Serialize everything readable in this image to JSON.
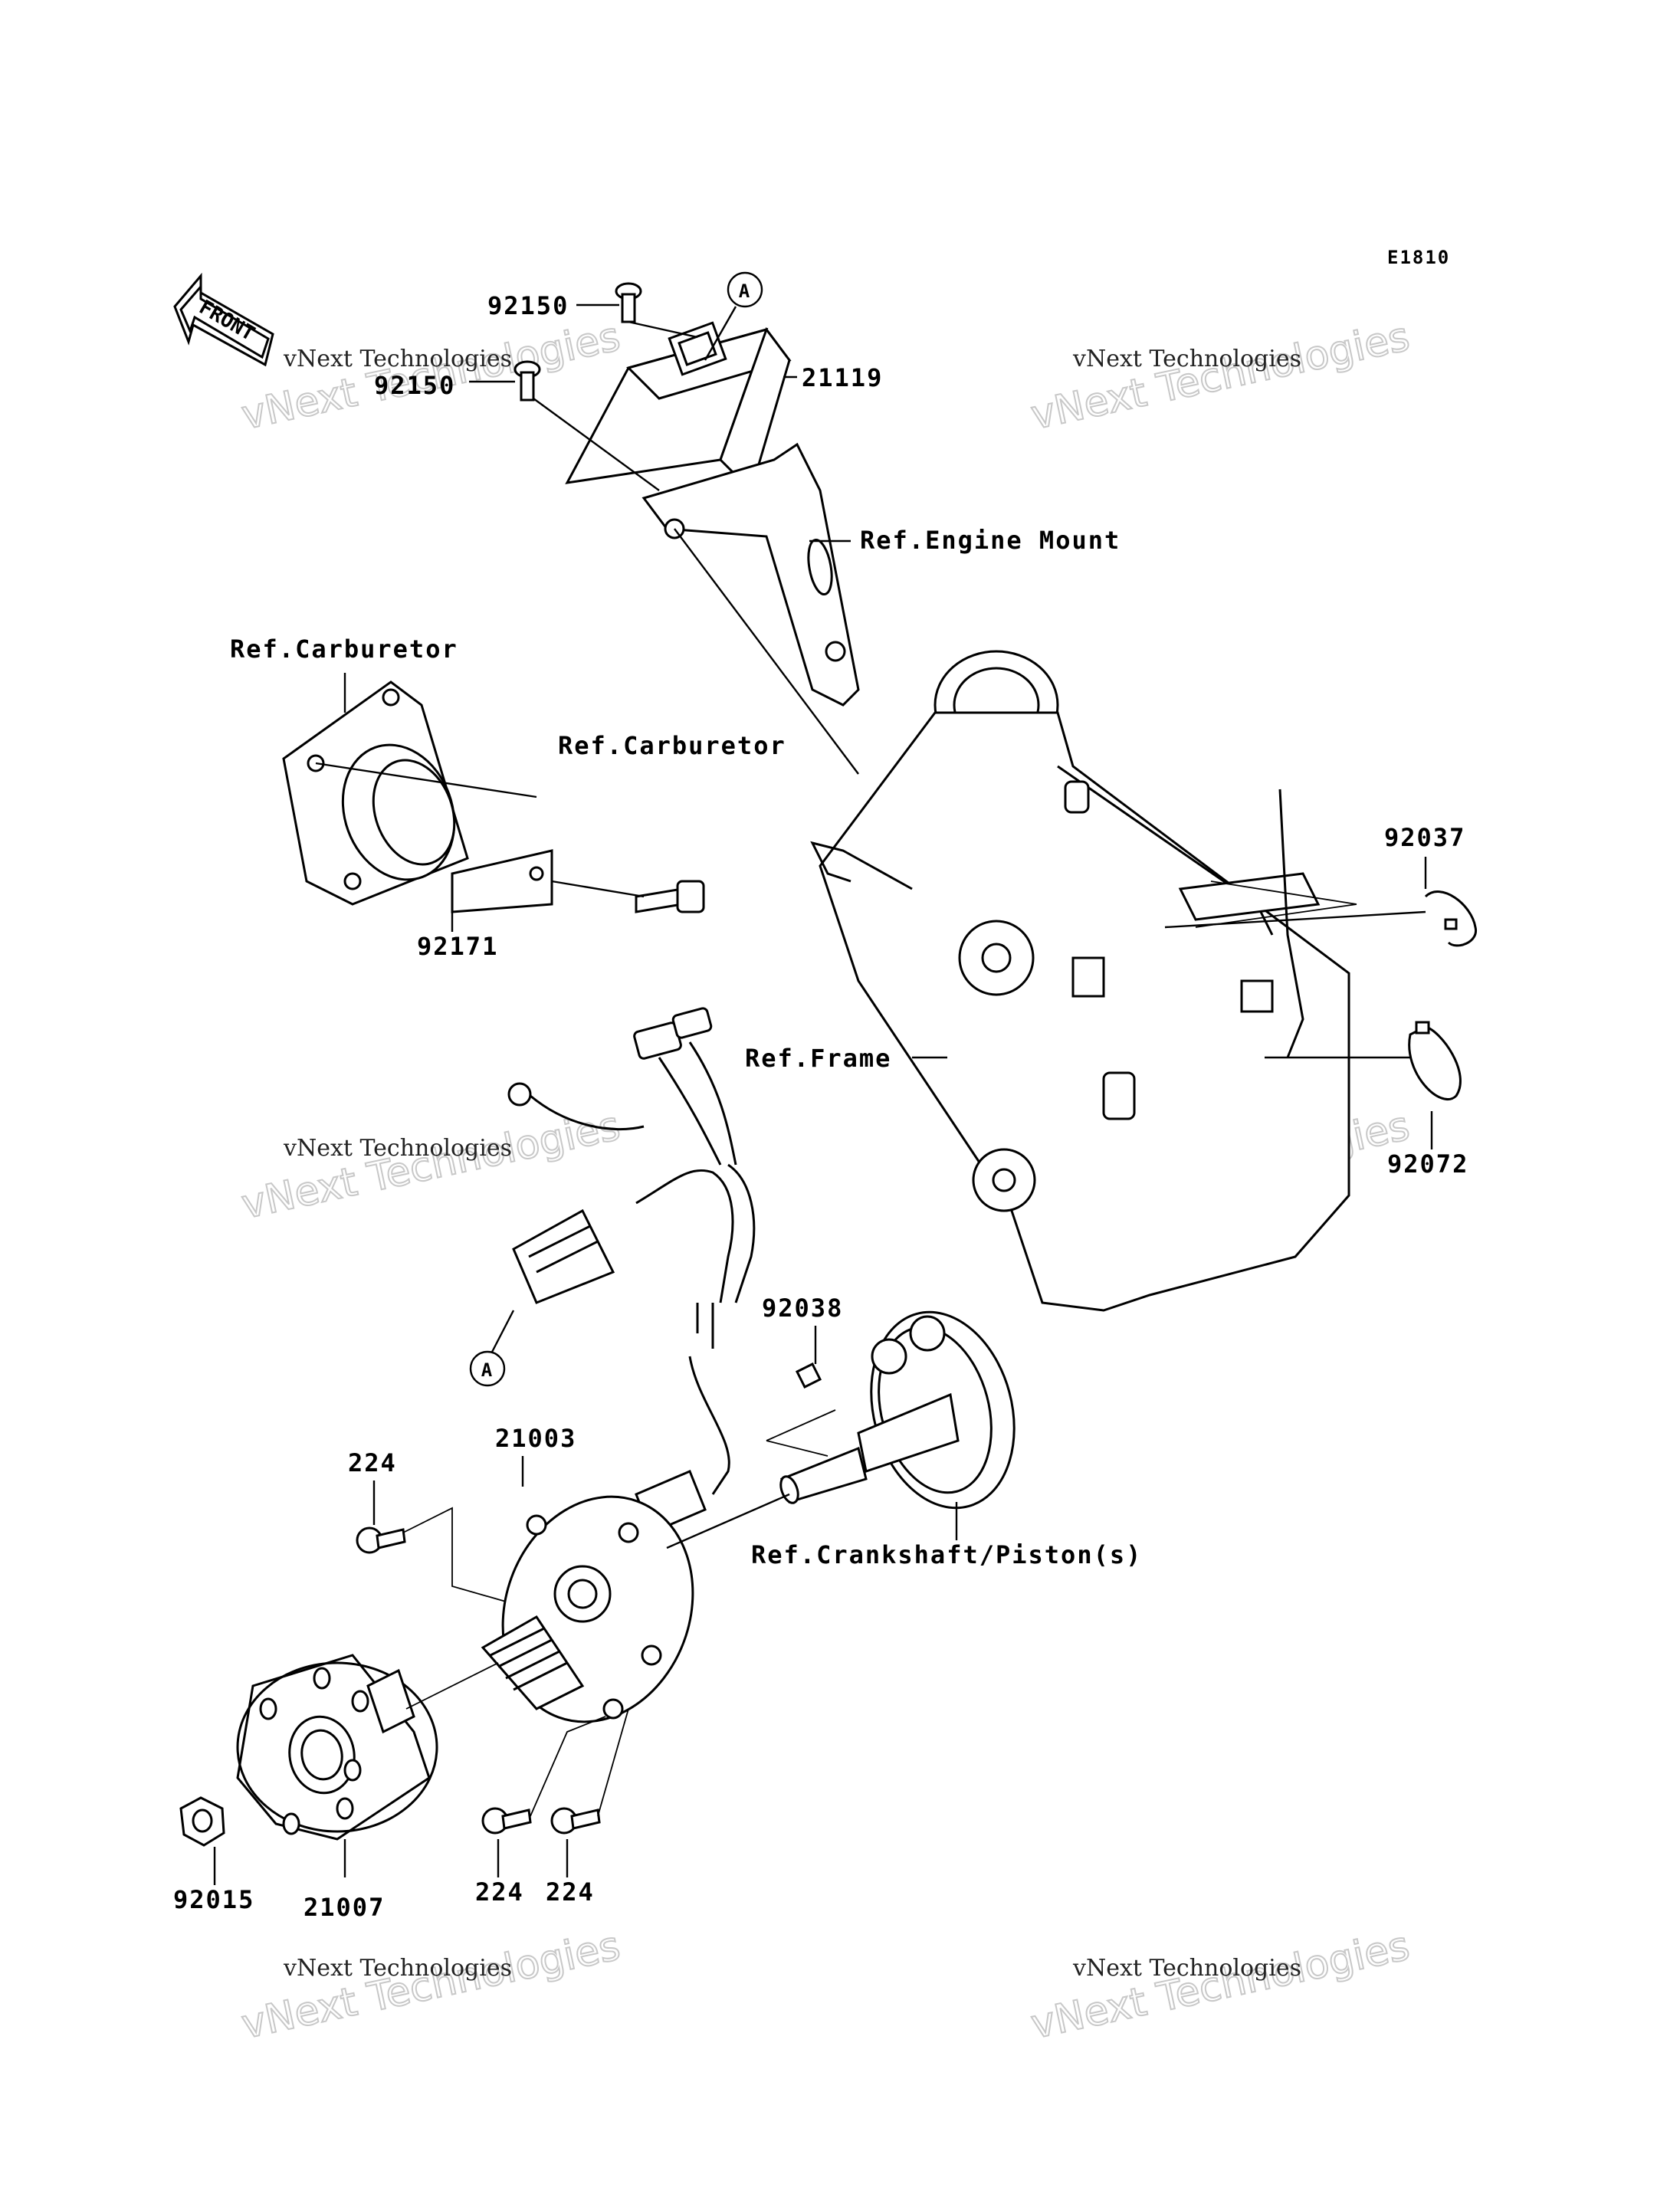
{
  "diagram_code": "E1810",
  "front_label": "FRONT",
  "callouts": {
    "c92150": "92150",
    "c92150b": "92150",
    "c21119": "21119",
    "engine_mount": "Ref.Engine Mount",
    "carb_top": "Ref.Carburetor",
    "carb_mid": "Ref.Carburetor",
    "c92171": "92171",
    "c92037": "92037",
    "frame": "Ref.Frame",
    "c92072": "92072",
    "c92038": "92038",
    "c21003": "21003",
    "c224a": "224",
    "crankshaft": "Ref.Crankshaft/Piston(s)",
    "c224b": "224",
    "c224c": "224",
    "c92015": "92015",
    "c21007": "21007"
  },
  "connector_markers": {
    "top": "A",
    "bottom": "A"
  },
  "watermark": {
    "line1": "vNext Technologies",
    "line2": "vNext Technologies"
  }
}
